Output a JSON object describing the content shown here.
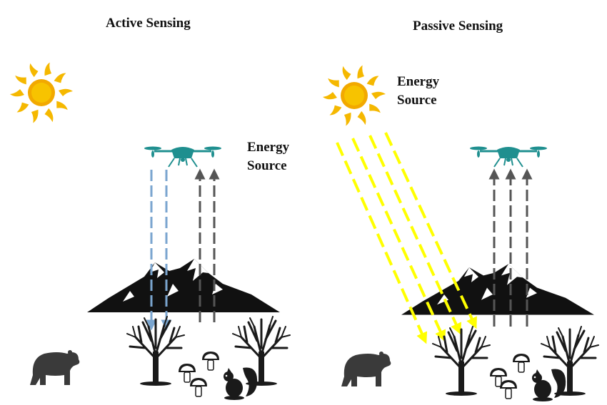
{
  "panels": [
    {
      "title": "Active Sensing",
      "source_label_line1": "Energy",
      "source_label_line2": "Source"
    },
    {
      "title": "Passive Sensing",
      "source_label_line1": "Energy",
      "source_label_line2": "Source"
    }
  ],
  "colors": {
    "sun": "#f5b800",
    "sun_core": "#f2a900",
    "drone": "#1f8f8f",
    "emitted_beam": "#7aa5cf",
    "reflected_beam": "#555555",
    "sunlight": "#ffff00",
    "mountain": "#111111",
    "snow": "#ffffff",
    "tree": "#1a1a1a",
    "bear": "#3a3a3a"
  },
  "icons": [
    "sun-icon",
    "drone-icon",
    "mountain-icon",
    "tree-icon",
    "mushroom-icon",
    "squirrel-icon",
    "bear-icon"
  ]
}
